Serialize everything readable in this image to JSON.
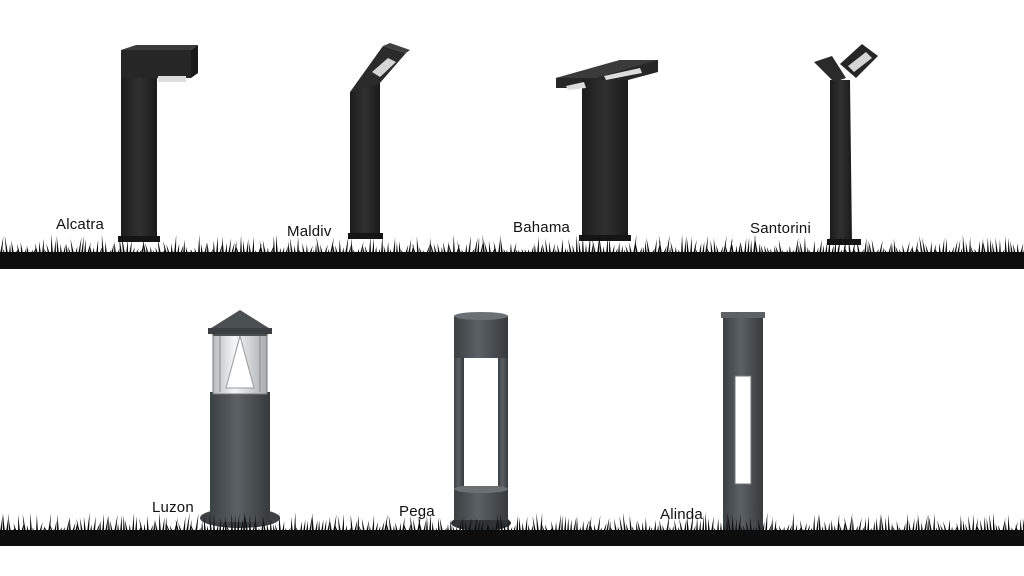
{
  "products": [
    {
      "name": "Alcatra",
      "icon": "l-shaped-bollard-light-icon"
    },
    {
      "name": "Maldiv",
      "icon": "angled-head-bollard-light-icon"
    },
    {
      "name": "Bahama",
      "icon": "t-shaped-bollard-light-icon"
    },
    {
      "name": "Santorini",
      "icon": "y-shaped-bollard-light-icon"
    },
    {
      "name": "Luzon",
      "icon": "cylindrical-conical-top-bollard-light-icon"
    },
    {
      "name": "Pega",
      "icon": "open-frame-cylinder-bollard-light-icon"
    },
    {
      "name": "Alinda",
      "icon": "slotted-post-bollard-light-icon"
    }
  ],
  "colors": {
    "fixture": "#2a2a2a",
    "fixture_grey": "#4a4f52",
    "grass": "#0d0d0d",
    "background": "#ffffff",
    "led_panel": "#e8e8e8"
  }
}
